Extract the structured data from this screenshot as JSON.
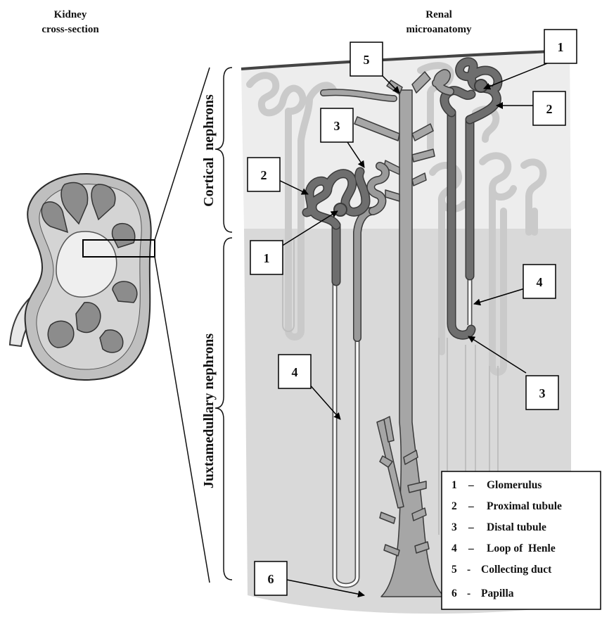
{
  "headings": {
    "kidney_line1": "Kidney",
    "kidney_line2": "cross-section",
    "renal_line1": "Renal",
    "renal_line2": "microanatomy"
  },
  "side_labels": {
    "cortical": "Cortical  nephrons",
    "juxtamedullary": "Juxtamedullary nephrons"
  },
  "callouts": [
    {
      "id": "c1-top",
      "number": "1"
    },
    {
      "id": "c2-top",
      "number": "2"
    },
    {
      "id": "c5",
      "number": "5"
    },
    {
      "id": "c3-left",
      "number": "3"
    },
    {
      "id": "c2-left",
      "number": "2"
    },
    {
      "id": "c1-left",
      "number": "1"
    },
    {
      "id": "c4-right",
      "number": "4"
    },
    {
      "id": "c3-right",
      "number": "3"
    },
    {
      "id": "c4-left",
      "number": "4"
    },
    {
      "id": "c6",
      "number": "6"
    }
  ],
  "legend": [
    {
      "num": "1",
      "sep": "–",
      "text": "Glomerulus"
    },
    {
      "num": "2",
      "sep": "–",
      "text": "Proximal tubule"
    },
    {
      "num": "3",
      "sep": "–",
      "text": "Distal tubule"
    },
    {
      "num": "4",
      "sep": "–",
      "text": "Loop of  Henle"
    },
    {
      "num": "5",
      "sep": "-",
      "text": "Collecting duct"
    },
    {
      "num": "6",
      "sep": "-",
      "text": "Papilla"
    }
  ],
  "colors": {
    "cortex_bg": "#ededed",
    "medulla_bg": "#d9d9d9",
    "ghost_tubule": "#cccccc",
    "proximal_dark": "#6e6e6e",
    "distal_mid": "#9a9a9a",
    "duct": "#a6a6a6",
    "outline": "#3a3a3a"
  }
}
